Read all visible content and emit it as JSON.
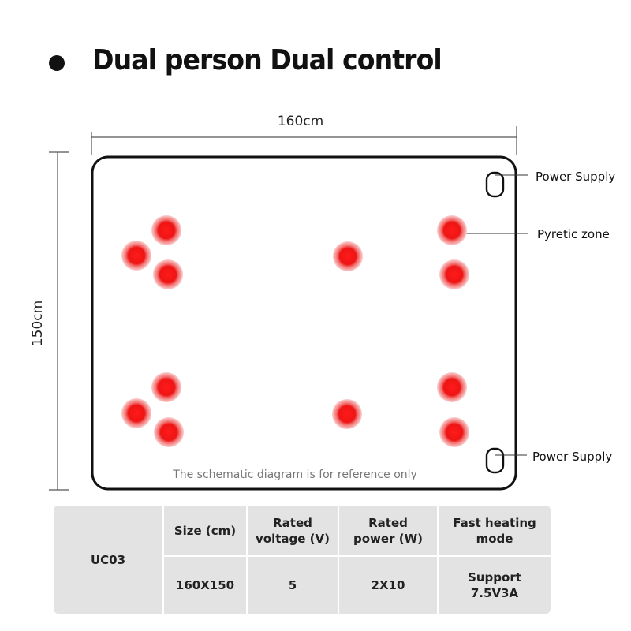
{
  "header": {
    "title": "Dual person Dual control"
  },
  "diagram": {
    "width_label": "160cm",
    "height_label": "150cm",
    "callouts": {
      "power_supply_top": "Power Supply",
      "pyretic_zone": "Pyretic zone",
      "power_supply_bottom": "Power Supply"
    },
    "note": "The schematic diagram is for reference only",
    "heat_color": "#e8141b"
  },
  "spec_table": {
    "model": "UC03",
    "headers": [
      "Size (cm)",
      "Rated voltage (V)",
      "Rated power (W)",
      "Fast heating mode"
    ],
    "values": [
      "160X150",
      "5",
      "2X10",
      "Support 7.5V3A"
    ]
  }
}
